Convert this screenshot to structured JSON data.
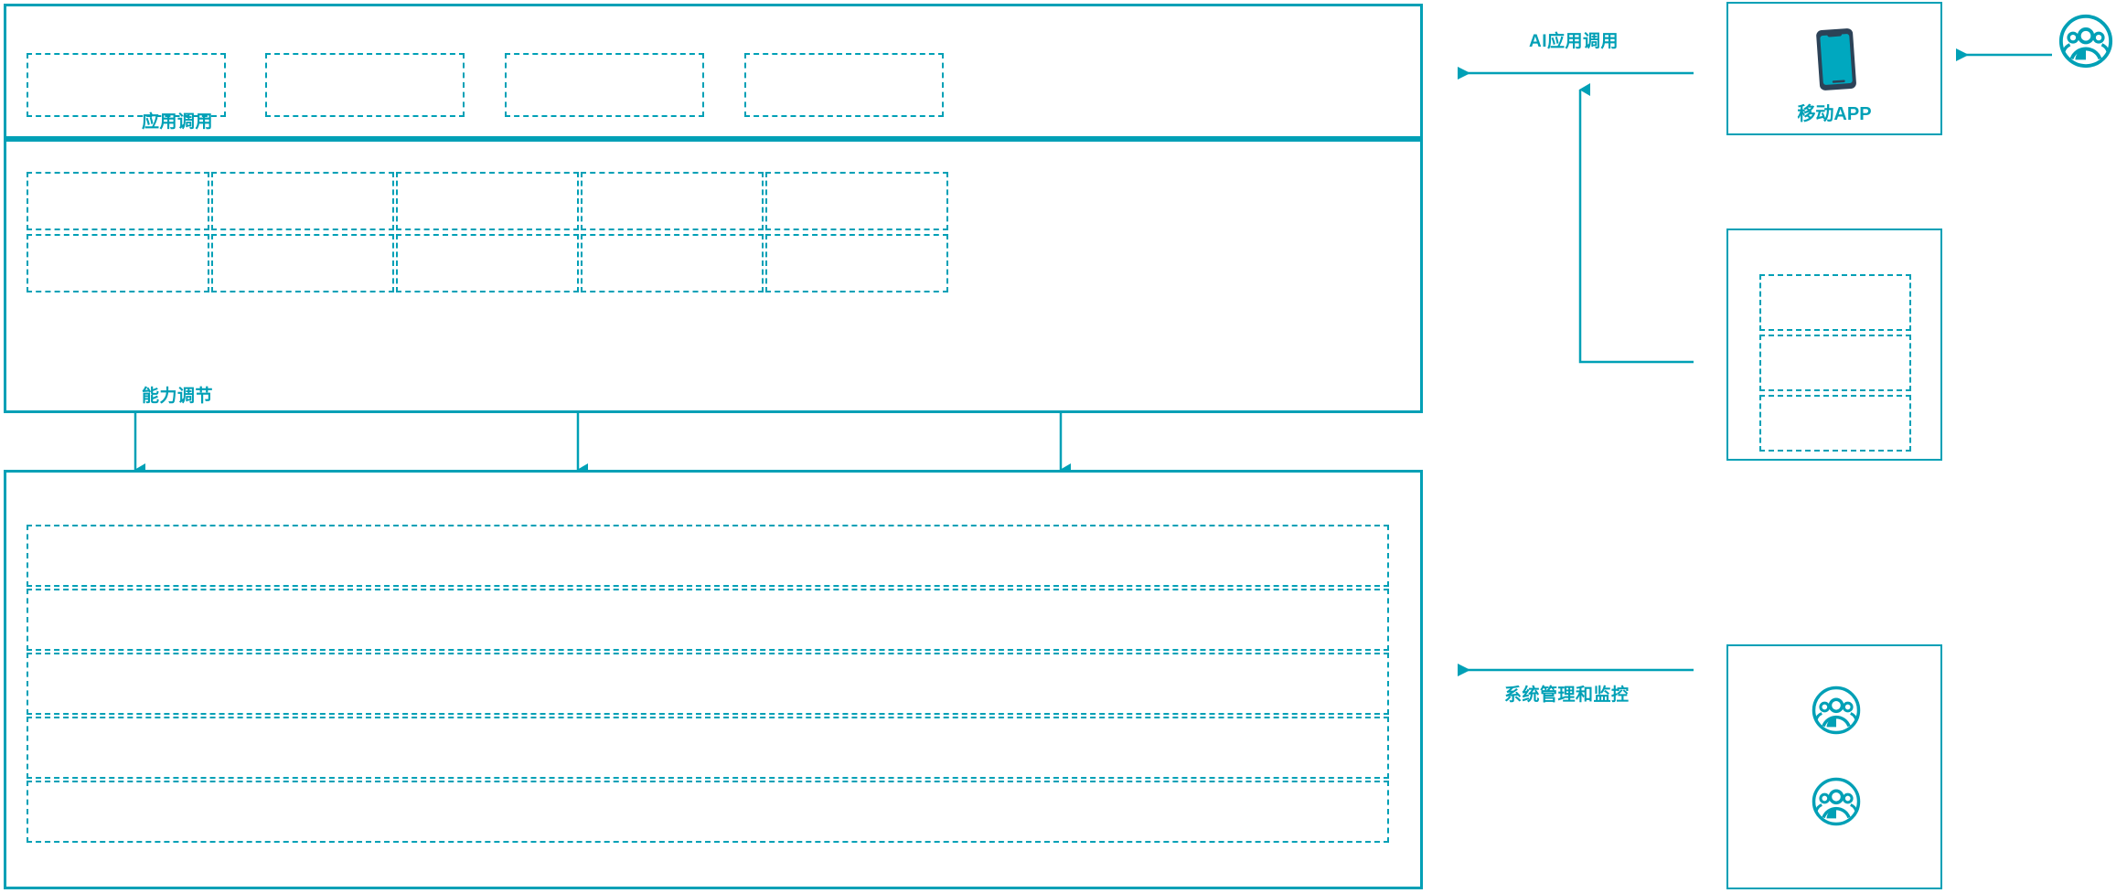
{
  "theme": {
    "accent": "#00a0b6",
    "accent_dark": "#2c4257",
    "background": "#ffffff"
  },
  "diagram": {
    "type": "layered-architecture",
    "title": "",
    "layers": [
      {
        "id": "application-layer",
        "name": "application-layer",
        "label": "",
        "cells": [
          {
            "label": ""
          },
          {
            "label": ""
          },
          {
            "label": ""
          },
          {
            "label": ""
          }
        ]
      },
      {
        "id": "capability-layer",
        "name": "capability-layer",
        "label": "",
        "rows": 2,
        "columns": 5,
        "cells": [
          {
            "label": ""
          },
          {
            "label": ""
          },
          {
            "label": ""
          },
          {
            "label": ""
          },
          {
            "label": ""
          },
          {
            "label": ""
          },
          {
            "label": ""
          },
          {
            "label": ""
          },
          {
            "label": ""
          },
          {
            "label": ""
          }
        ]
      },
      {
        "id": "platform-layer",
        "name": "platform-layer",
        "label": "",
        "cells": [
          {
            "label": ""
          },
          {
            "label": ""
          },
          {
            "label": ""
          },
          {
            "label": ""
          },
          {
            "label": ""
          }
        ]
      }
    ],
    "connectors": [
      {
        "id": "app-invoke",
        "label": "应用调用",
        "direction": "down"
      },
      {
        "id": "capability-adjust",
        "label": "能力调节",
        "direction": "down"
      },
      {
        "id": "ai-app-invoke",
        "label": "AI应用调用",
        "direction": "left"
      },
      {
        "id": "sys-admin-monitor",
        "label": "系统管理和监控",
        "direction": "left"
      }
    ],
    "right_column": [
      {
        "id": "mobile-app",
        "label": "移动APP",
        "icon": "mobile-phone-icon"
      },
      {
        "id": "channel-stack",
        "label": "",
        "cells": [
          {
            "label": ""
          },
          {
            "label": ""
          },
          {
            "label": ""
          }
        ]
      },
      {
        "id": "operations-users",
        "label": "",
        "icons": [
          "users-group-icon",
          "users-group-icon"
        ]
      }
    ],
    "external_actor": {
      "id": "end-user",
      "label": "",
      "icon": "users-group-icon"
    }
  }
}
